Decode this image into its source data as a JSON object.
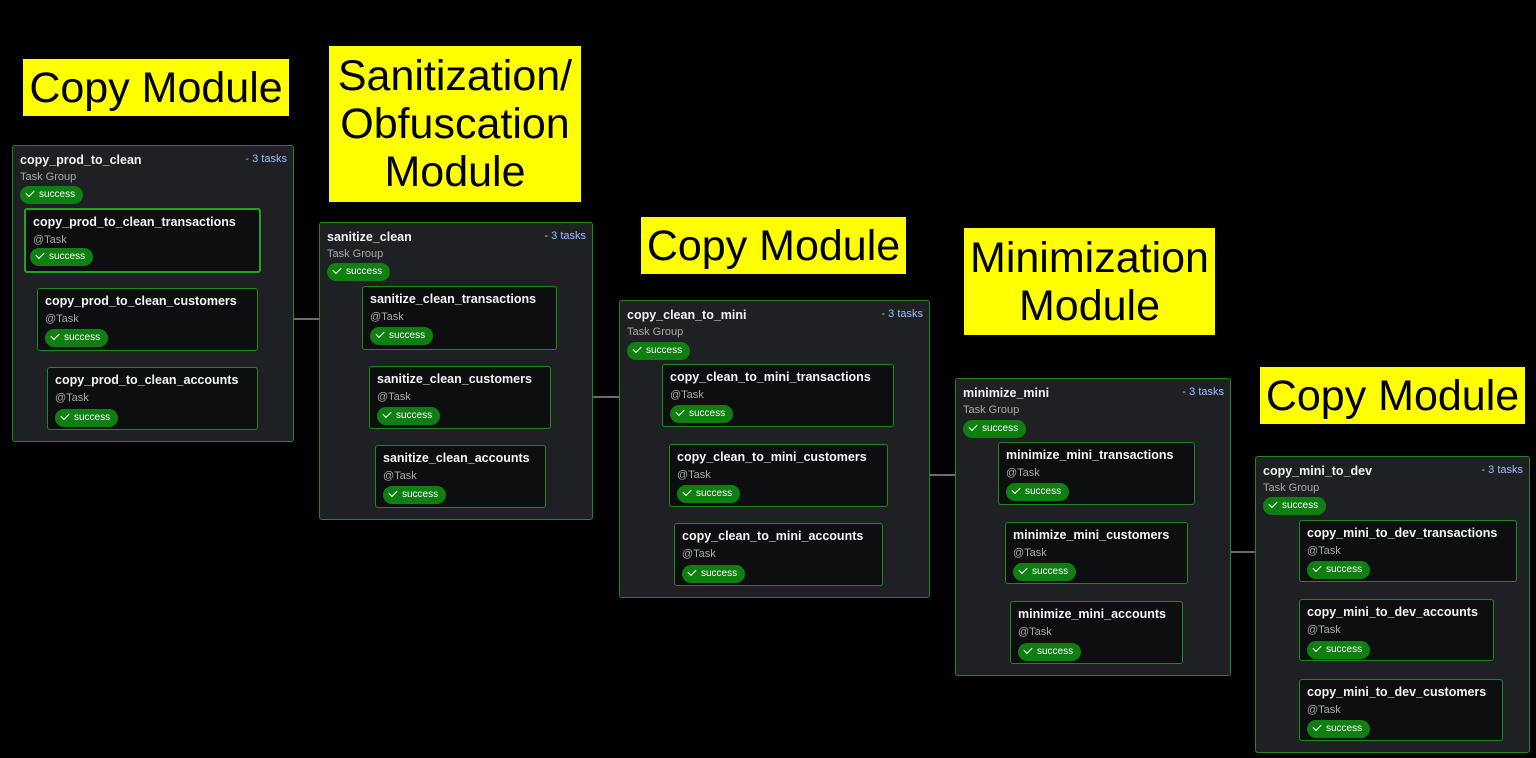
{
  "labels": [
    {
      "id": "copy1",
      "text": "Copy Module"
    },
    {
      "id": "sanitize",
      "text": "Sanitization/\nObfuscation\nModule"
    },
    {
      "id": "copy2",
      "text": "Copy Module"
    },
    {
      "id": "minimize",
      "text": "Minimization\nModule"
    },
    {
      "id": "copy3",
      "text": "Copy Module"
    }
  ],
  "status_text": "success",
  "task_type": "@Task",
  "group_type": "Task Group",
  "groups": [
    {
      "name": "copy_prod_to_clean",
      "count": "- 3 tasks",
      "tasks": [
        "copy_prod_to_clean_transactions",
        "copy_prod_to_clean_customers",
        "copy_prod_to_clean_accounts"
      ]
    },
    {
      "name": "sanitize_clean",
      "count": "- 3 tasks",
      "tasks": [
        "sanitize_clean_transactions",
        "sanitize_clean_customers",
        "sanitize_clean_accounts"
      ]
    },
    {
      "name": "copy_clean_to_mini",
      "count": "- 3 tasks",
      "tasks": [
        "copy_clean_to_mini_transactions",
        "copy_clean_to_mini_customers",
        "copy_clean_to_mini_accounts"
      ]
    },
    {
      "name": "minimize_mini",
      "count": "- 3 tasks",
      "tasks": [
        "minimize_mini_transactions",
        "minimize_mini_customers",
        "minimize_mini_accounts"
      ]
    },
    {
      "name": "copy_mini_to_dev",
      "count": "- 3 tasks",
      "tasks": [
        "copy_mini_to_dev_transactions",
        "copy_mini_to_dev_accounts",
        "copy_mini_to_dev_customers"
      ]
    }
  ],
  "colors": {
    "background": "#000000",
    "label_bg": "#ffff00",
    "group_bg": "#1f2024",
    "success_green": "#0f7f12",
    "border_green": "#1e8a1e",
    "count_blue": "#9fbcff"
  }
}
